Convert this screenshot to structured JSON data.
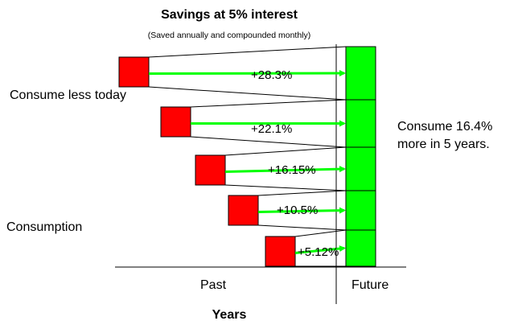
{
  "title": "Savings at 5% interest",
  "subtitle": "(Saved annually and compounded monthly)",
  "labels": {
    "consume_less": "Consume less today",
    "consumption": "Consumption",
    "consume_more_line1": "Consume 16.4%",
    "consume_more_line2": "more in 5 years.",
    "past": "Past",
    "future": "Future",
    "years": "Years"
  },
  "colors": {
    "present_box": "#ff0000",
    "future_box": "#00ff00",
    "arrow": "#00ff00"
  },
  "savings": [
    {
      "pct_label": "+28.3%",
      "growth": 28.3
    },
    {
      "pct_label": "+22.1%",
      "growth": 22.1
    },
    {
      "pct_label": "+16.15%",
      "growth": 16.15
    },
    {
      "pct_label": "+10.5%",
      "growth": 10.5
    },
    {
      "pct_label": "+5.12%",
      "growth": 5.12
    }
  ]
}
